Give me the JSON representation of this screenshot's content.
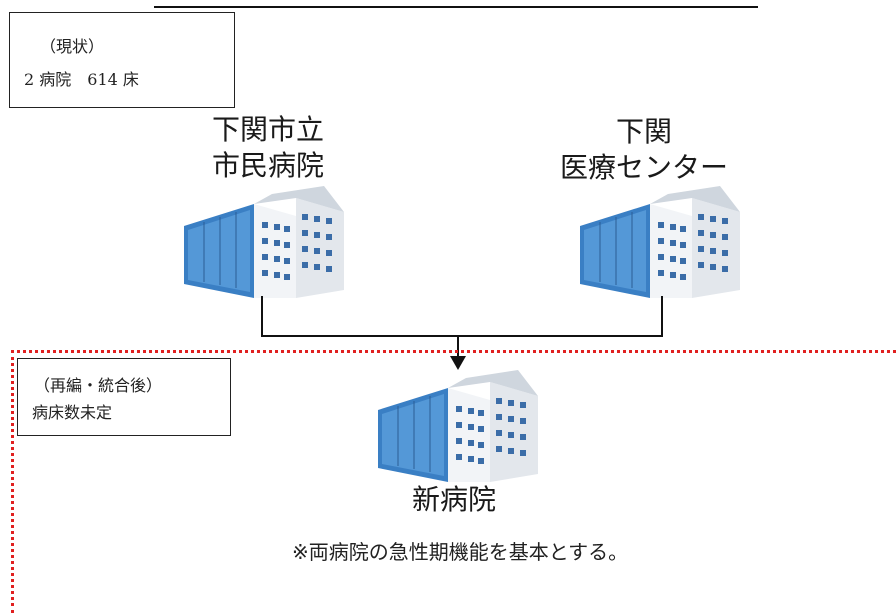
{
  "current_box": {
    "heading": "（現状）",
    "summary": "2 病院　614 床"
  },
  "hospitals": [
    {
      "name_line1": "下関市立",
      "name_line2": "市民病院"
    },
    {
      "name_line1": "下関",
      "name_line2": "医療センター"
    }
  ],
  "after_box": {
    "heading": "（再編・統合後）",
    "summary": "病床数未定"
  },
  "new_hospital": {
    "name": "新病院"
  },
  "note": "※両病院の急性期機能を基本とする。",
  "colors": {
    "dotted_frame": "#e02020",
    "building_glass": "#3a7fc4",
    "building_wall": "#e8ecf0"
  },
  "icons": [
    "hospital-building-icon"
  ]
}
